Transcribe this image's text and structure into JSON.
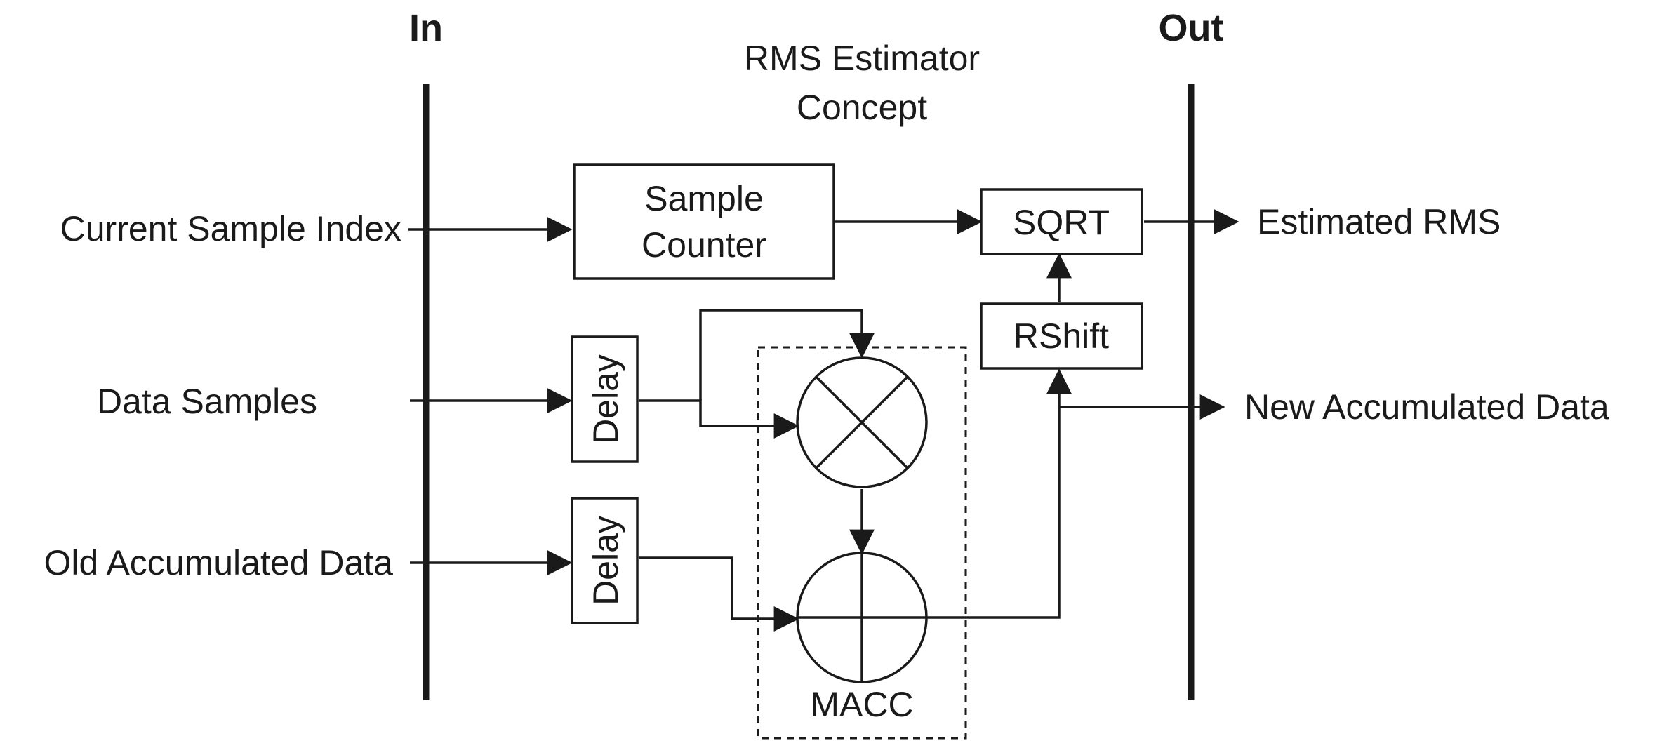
{
  "headers": {
    "in": "In",
    "out": "Out"
  },
  "title": {
    "line1": "RMS Estimator",
    "line2": "Concept"
  },
  "inputs": {
    "current_sample_index": "Current Sample Index",
    "data_samples": "Data Samples",
    "old_accumulated_data": "Old Accumulated Data"
  },
  "outputs": {
    "estimated_rms": "Estimated RMS",
    "new_accumulated_data": "New Accumulated Data"
  },
  "blocks": {
    "sample_counter_line1": "Sample",
    "sample_counter_line2": "Counter",
    "sqrt": "SQRT",
    "rshift": "RShift",
    "delay_1": "Delay",
    "delay_2": "Delay",
    "macc": "MACC"
  },
  "colors": {
    "ink": "#1a1a1a",
    "background": "#ffffff"
  }
}
